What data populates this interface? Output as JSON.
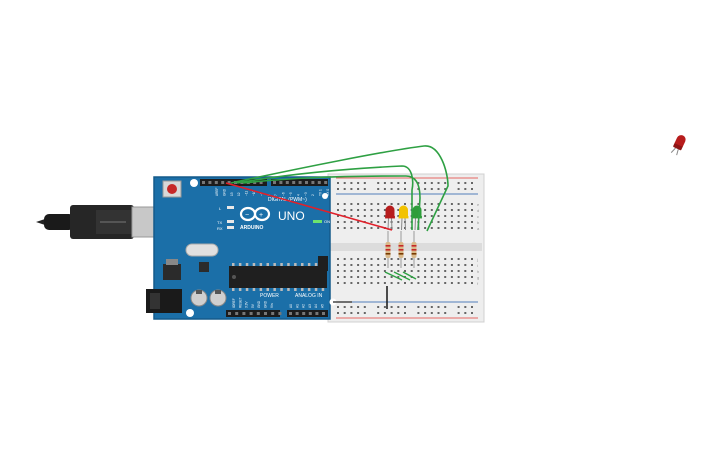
{
  "board": {
    "brand": "UNO",
    "maker": "ARDUINO",
    "digital_label": "DIGITAL (PWM~)",
    "analog_label": "ANALOG IN",
    "power_label": "POWER",
    "aref_label": "AREF",
    "gnd_label": "GND",
    "tx_label": "TX",
    "rx_label": "RX",
    "l_label": "L",
    "on_label": "ON",
    "power_pins": [
      "IOREF",
      "RESET",
      "3.3V",
      "5V",
      "GND",
      "GND",
      "Vin"
    ],
    "analog_pins": [
      "A0",
      "A1",
      "A2",
      "A3",
      "A4",
      "A5"
    ],
    "digital_pins": [
      "13",
      "12",
      "~11",
      "~10",
      "~9",
      "8",
      "7",
      "~6",
      "~5",
      "4",
      "~3",
      "2",
      "TX 1",
      "RX 0"
    ]
  },
  "breadboard": {
    "row_letters_top": [
      "a",
      "b",
      "c",
      "d",
      "e"
    ],
    "row_letters_bottom": [
      "f",
      "g",
      "h",
      "i",
      "j"
    ]
  },
  "leds": [
    {
      "name": "red",
      "color": "#b71c1c"
    },
    {
      "name": "yellow",
      "color": "#f2c200"
    },
    {
      "name": "green",
      "color": "#2e9d3a"
    }
  ],
  "colors": {
    "board": "#1b6fa8",
    "board_dark": "#145a8a",
    "wire_green": "#2ea043",
    "wire_red": "#e0202a",
    "wire_black": "#222222",
    "rail_red": "#e53935",
    "rail_blue": "#1e5aa8"
  },
  "icons": {
    "usb_cable": "usb-cable-icon",
    "spare_led": "led-icon"
  }
}
